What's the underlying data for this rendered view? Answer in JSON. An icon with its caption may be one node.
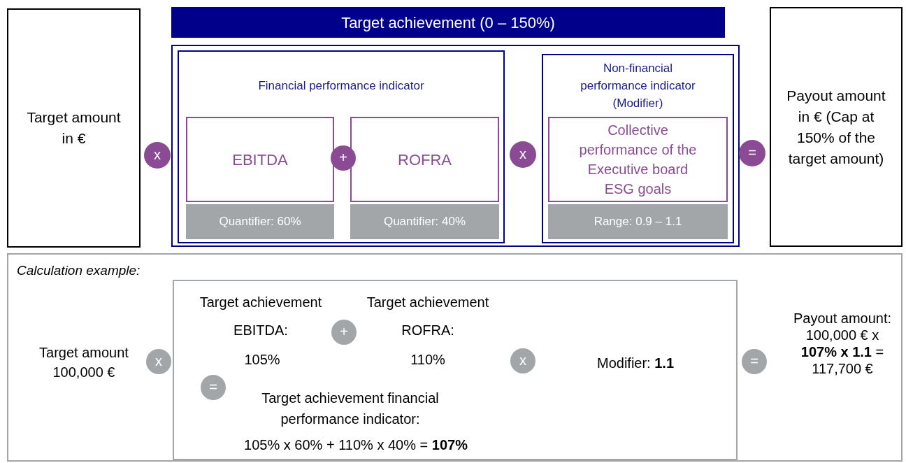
{
  "diagram": {
    "nodes": [
      {
        "text": [
          "Target amount in €"
        ]
      },
      {
        "text": [
          "Target achievement (0 – 150%)"
        ]
      },
      {
        "text": [],
        "shape": "box"
      },
      {
        "text": [
          "Financial performance indicator"
        ],
        "in": 2
      },
      {
        "text": [
          "EBITDA"
        ],
        "in": 3
      },
      {
        "text": [
          "+"
        ],
        "in": 3
      },
      {
        "text": [
          "ROFRA"
        ],
        "in": 3
      },
      {
        "text": [
          "Quantifier: 60%"
        ],
        "in": 3
      },
      {
        "text": [
          "Quantifier: 40%"
        ],
        "in": 3
      },
      {
        "text": [
          "x"
        ]
      },
      {
        "text": [
          "x"
        ],
        "in": 2
      },
      {
        "text": [
          "Non-financial performance indicator (Modifier)"
        ],
        "in": 2
      },
      {
        "text": [
          "Collective performance of the Executive board ESG goals"
        ],
        "in": 11
      },
      {
        "text": [
          "Range: 0.9 – 1.1"
        ],
        "in": 11
      },
      {
        "text": [
          "="
        ]
      },
      {
        "text": [
          "Payout amount in € (Cap at 150% of the target amount)"
        ]
      },
      {
        "text": [
          "Calculation example:"
        ]
      },
      {
        "text": [
          "x"
        ],
        "in": 16
      },
      {
        "text": [
          "Target achievement EBITDA:",
          "105%",
          "Target achievement ROFRA:",
          "110%",
          "Target achievement financial performance indicator:",
          "105% x 60% + 110% x 40% = **107%**",
          "Modifier: **1.1**"
        ],
        "in": 16
      },
      {
        "text": [
          "+"
        ],
        "in": 18
      },
      {
        "text": [
          "="
        ],
        "in": 18
      },
      {
        "text": [
          "x"
        ],
        "in": 18
      },
      {
        "text": [
          "="
        ],
        "in": 16
      }
    ],
    "labels": [
      "Target amount 100,000 €",
      "Payout amount: 100,000 € x **107% x 1.1** = 117,700 €"
    ]
  }
}
